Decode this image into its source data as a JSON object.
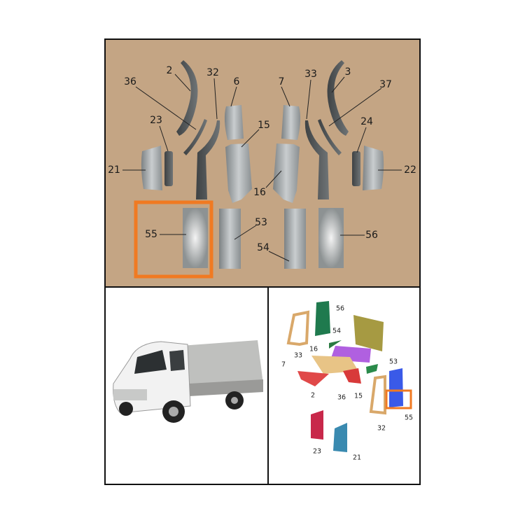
{
  "parts_panel": {
    "labels": [
      "2",
      "36",
      "32",
      "6",
      "7",
      "33",
      "3",
      "37",
      "23",
      "15",
      "24",
      "21",
      "22",
      "16",
      "55",
      "53",
      "54",
      "56"
    ],
    "highlight_color": "#f07a22",
    "background_color": "#c4a584"
  },
  "vehicle_photo": {
    "description_icon": "truck-icon"
  },
  "assembly_diagram": {
    "labels": [
      "56",
      "54",
      "33",
      "16",
      "7",
      "53",
      "2",
      "36",
      "15",
      "55",
      "32",
      "23",
      "21"
    ],
    "highlight_color": "#f07a22"
  }
}
